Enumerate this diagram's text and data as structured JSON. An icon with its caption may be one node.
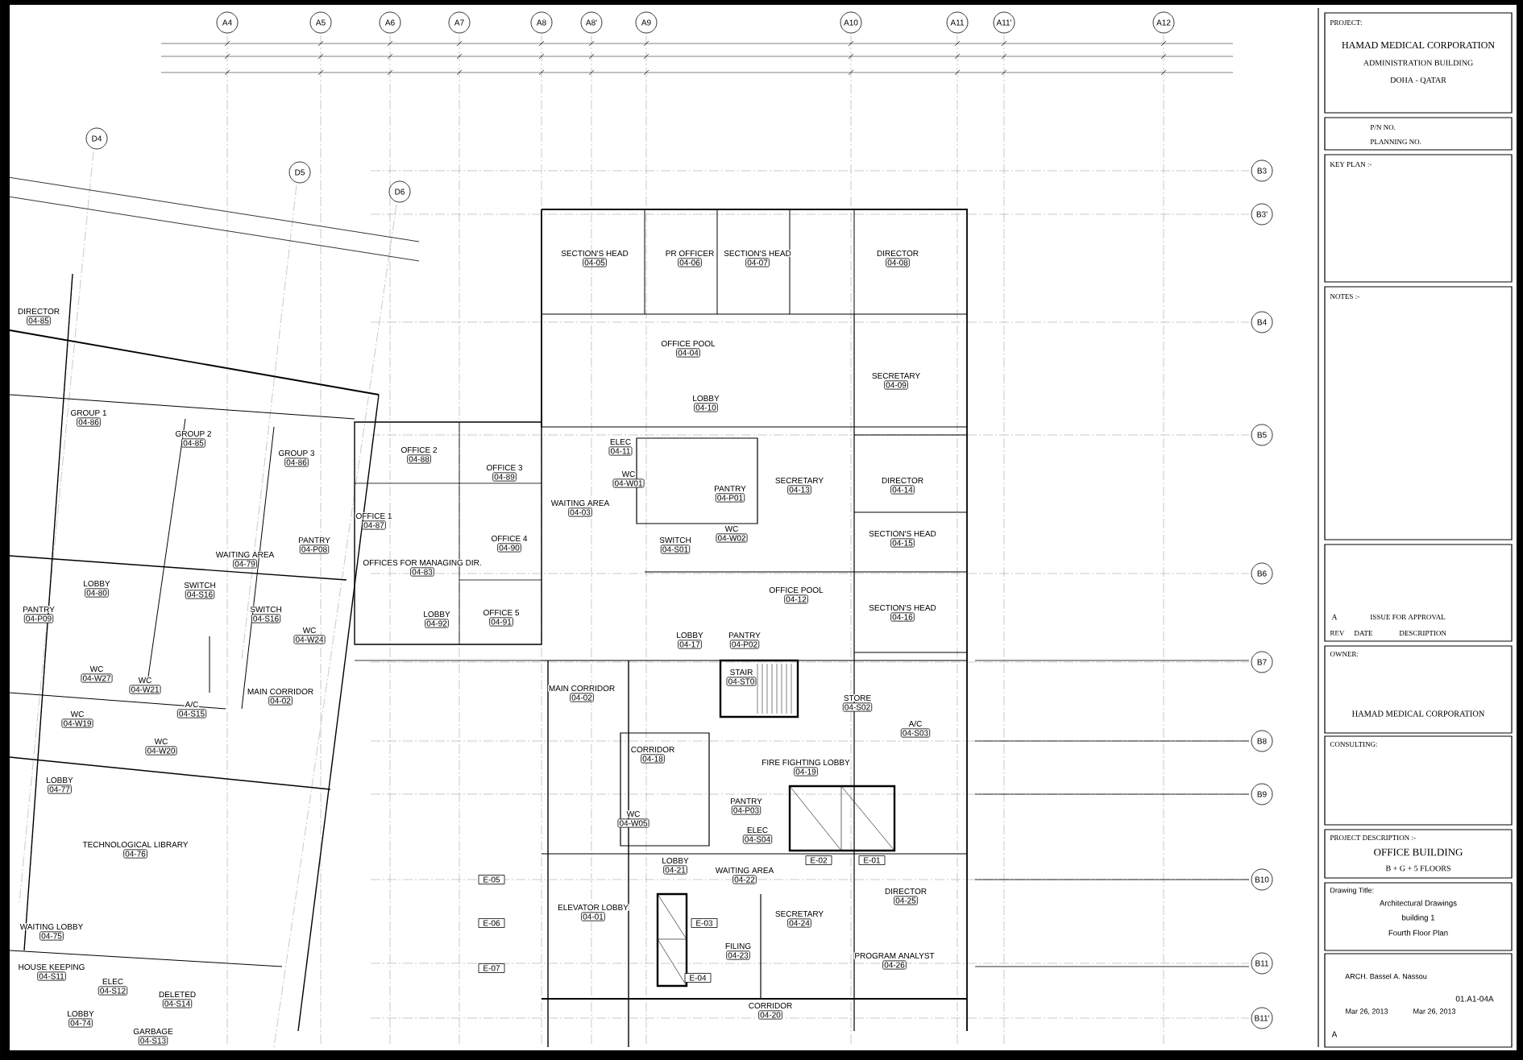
{
  "diagram": {
    "nodes": [
      {
        "text": [
          "A4"
        ]
      },
      {
        "text": [
          "A5"
        ]
      },
      {
        "text": [
          "A6"
        ]
      },
      {
        "text": [
          "A7"
        ]
      },
      {
        "text": [
          "A8"
        ]
      },
      {
        "text": [
          "A8'"
        ]
      },
      {
        "text": [
          "A9"
        ]
      },
      {
        "text": [
          "A10"
        ]
      },
      {
        "text": [
          "A11"
        ]
      },
      {
        "text": [
          "A11'"
        ]
      },
      {
        "text": [
          "A12"
        ]
      },
      {
        "text": [
          "D4"
        ]
      },
      {
        "text": [
          "D5"
        ]
      },
      {
        "text": [
          "D6"
        ]
      },
      {
        "text": [
          "B3"
        ]
      },
      {
        "text": [
          "B3'"
        ]
      },
      {
        "text": [
          "B4"
        ]
      },
      {
        "text": [
          "B5"
        ]
      },
      {
        "text": [
          "B6"
        ]
      },
      {
        "text": [
          "B7"
        ]
      },
      {
        "text": [
          "B8"
        ]
      },
      {
        "text": [
          "B9"
        ]
      },
      {
        "text": [
          "B10"
        ]
      },
      {
        "text": [
          "B11"
        ]
      },
      {
        "text": [
          "B11'"
        ]
      },
      {
        "text": [
          "SECTION'S HEAD",
          "04-05"
        ]
      },
      {
        "text": [
          "PR OFFICER",
          "04-06"
        ]
      },
      {
        "text": [
          "SECTION'S HEAD",
          "04-07"
        ]
      },
      {
        "text": [
          "DIRECTOR",
          "04-08"
        ]
      },
      {
        "text": [
          "DIRECTOR",
          "04-85"
        ]
      },
      {
        "text": [
          "OFFICE POOL",
          "04-04"
        ]
      },
      {
        "text": [
          "SECRETARY",
          "04-09"
        ]
      },
      {
        "text": [
          "LOBBY",
          "04-10"
        ]
      },
      {
        "text": [
          "GROUP 1",
          "04-86"
        ]
      },
      {
        "text": [
          "GROUP 2",
          "04-85"
        ]
      },
      {
        "text": [
          "ELEC",
          "04-11"
        ]
      },
      {
        "text": [
          "OFFICE 2",
          "04-88"
        ]
      },
      {
        "text": [
          "GROUP 3",
          "04-86"
        ]
      },
      {
        "text": [
          "OFFICE 3",
          "04-89"
        ]
      },
      {
        "text": [
          "WC",
          "04-W01"
        ]
      },
      {
        "text": [
          "SECRETARY",
          "04-13"
        ]
      },
      {
        "text": [
          "DIRECTOR",
          "04-14"
        ]
      },
      {
        "text": [
          "PANTRY",
          "04-P01"
        ]
      },
      {
        "text": [
          "WAITING AREA",
          "04-03"
        ]
      },
      {
        "text": [
          "OFFICE 1",
          "04-87"
        ]
      },
      {
        "text": [
          "WC",
          "04-W02"
        ]
      },
      {
        "text": [
          "SECTION'S HEAD",
          "04-15"
        ]
      },
      {
        "text": [
          "PANTRY",
          "04-P08"
        ]
      },
      {
        "text": [
          "SWITCH",
          "04-S01"
        ]
      },
      {
        "text": [
          "OFFICES FOR MANAGING DIR.",
          "04-83"
        ]
      },
      {
        "text": [
          "OFFICE 4",
          "04-90"
        ]
      },
      {
        "text": [
          "LOBBY",
          "04-80"
        ]
      },
      {
        "text": [
          "SWITCH",
          "04-S16"
        ]
      },
      {
        "text": [
          "WAITING AREA",
          "04-79"
        ]
      },
      {
        "text": [
          "OFFICE POOL",
          "04-12"
        ]
      },
      {
        "text": [
          "SECTION'S HEAD",
          "04-16"
        ]
      },
      {
        "text": [
          "PANTRY",
          "04-P09"
        ]
      },
      {
        "text": [
          "SWITCH",
          "04-S16"
        ]
      },
      {
        "text": [
          "WC",
          "04-W24"
        ]
      },
      {
        "text": [
          "LOBBY",
          "04-92"
        ]
      },
      {
        "text": [
          "OFFICE 5",
          "04-91"
        ]
      },
      {
        "text": [
          "LOBBY",
          "04-17"
        ]
      },
      {
        "text": [
          "PANTRY",
          "04-P02"
        ]
      },
      {
        "text": [
          "WC",
          "04-W27"
        ]
      },
      {
        "text": [
          "WC",
          "04-W21"
        ]
      },
      {
        "text": [
          "STAIR",
          "04-ST0"
        ]
      },
      {
        "text": [
          "MAIN CORRIDOR",
          "04-02"
        ]
      },
      {
        "text": [
          "MAIN CORRIDOR",
          "04-02"
        ]
      },
      {
        "text": [
          "STORE",
          "04-S02"
        ]
      },
      {
        "text": [
          "A/C",
          "04-S15"
        ]
      },
      {
        "text": [
          "WC",
          "04-W19"
        ]
      },
      {
        "text": [
          "A/C",
          "04-S03"
        ]
      },
      {
        "text": [
          "WC",
          "04-W20"
        ]
      },
      {
        "text": [
          "CORRIDOR",
          "04-18"
        ]
      },
      {
        "text": [
          "FIRE FIGHTING LOBBY",
          "04-19"
        ]
      },
      {
        "text": [
          "LOBBY",
          "04-77"
        ]
      },
      {
        "text": [
          "PANTRY",
          "04-P03"
        ]
      },
      {
        "text": [
          "WC",
          "04-W05"
        ]
      },
      {
        "text": [
          "ELEC",
          "04-S04"
        ]
      },
      {
        "text": [
          "TECHNOLOGICAL LIBRARY",
          "04-76"
        ]
      },
      {
        "text": [
          "LOBBY",
          "04-21"
        ]
      },
      {
        "text": [
          "WAITING AREA",
          "04-22"
        ]
      },
      {
        "text": [
          "DIRECTOR",
          "04-25"
        ]
      },
      {
        "text": [
          "ELEVATOR LOBBY",
          "04-01"
        ]
      },
      {
        "text": [
          "SECRETARY",
          "04-24"
        ]
      },
      {
        "text": [
          "WAITING LOBBY",
          "04-75"
        ]
      },
      {
        "text": [
          "FILING",
          "04-23"
        ]
      },
      {
        "text": [
          "PROGRAM ANALYST",
          "04-26"
        ]
      },
      {
        "text": [
          "HOUSE KEEPING",
          "04-S11"
        ]
      },
      {
        "text": [
          "ELEC",
          "04-S12"
        ]
      },
      {
        "text": [
          "DELETED",
          "04-S14"
        ]
      },
      {
        "text": [
          "CORRIDOR",
          "04-20"
        ]
      },
      {
        "text": [
          "LOBBY",
          "04-74"
        ]
      },
      {
        "text": [
          "GARBAGE",
          "04-S13"
        ]
      },
      {
        "text": [
          "E-05"
        ]
      },
      {
        "text": [
          "E-02"
        ]
      },
      {
        "text": [
          "E-01"
        ]
      },
      {
        "text": [
          "E-06"
        ]
      },
      {
        "text": [
          "E-03"
        ]
      },
      {
        "text": [
          "E-07"
        ]
      },
      {
        "text": [
          "E-04"
        ]
      },
      {
        "text": [
          "PROJECT:",
          "HAMAD MEDICAL CORPORATION",
          "ADMINISTRATION BUILDING",
          "DOHA - QATAR"
        ]
      },
      {
        "text": [
          "P/N NO.",
          "PLANNING NO."
        ]
      },
      {
        "text": [
          "KEY PLAN :-"
        ]
      },
      {
        "text": [
          "NOTES :-"
        ]
      },
      {
        "text": [
          "A",
          "ISSUE FOR APPROVAL",
          "REV",
          "DATE",
          "DESCRIPTION"
        ]
      },
      {
        "text": [
          "OWNER:",
          "HAMAD MEDICAL CORPORATION"
        ]
      },
      {
        "text": [
          "CONSULTING:"
        ]
      },
      {
        "text": [
          "PROJECT DESCRIPTION :-",
          "OFFICE BUILDING",
          "B + G + 5 FLOORS"
        ]
      },
      {
        "text": [
          "Drawing Title:",
          "Architectural Drawings",
          "building 1",
          "Fourth Floor Plan"
        ]
      },
      {
        "text": [
          "ARCH. Bassel A. Nassou",
          "01.A1-04A",
          "Mar 26, 2013",
          "Mar 26, 2013",
          "A"
        ]
      }
    ]
  }
}
